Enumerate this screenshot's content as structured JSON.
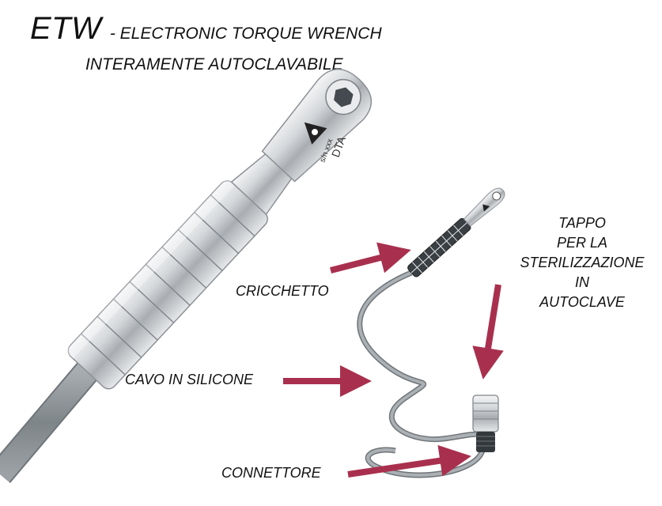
{
  "title": {
    "acronym": "ETW",
    "subtitle": "- ELECTRONIC TORQUE WRENCH",
    "line2": "INTERAMENTE AUTOCLAVABILE"
  },
  "engraving": {
    "brand": "DTA",
    "serial": "s/n xxx"
  },
  "labels": {
    "cricchetto": "CRICCHETTO",
    "cavo": "CAVO IN SILICONE",
    "connettore": "CONNETTORE",
    "tappo_lines": [
      "TAPPO",
      "PER LA",
      "STERILIZZAZIONE",
      "IN",
      "AUTOCLAVE"
    ]
  },
  "colors": {
    "arrow": "#a8304e",
    "cable": "#8e9599",
    "metal": "#c9ccd0"
  }
}
